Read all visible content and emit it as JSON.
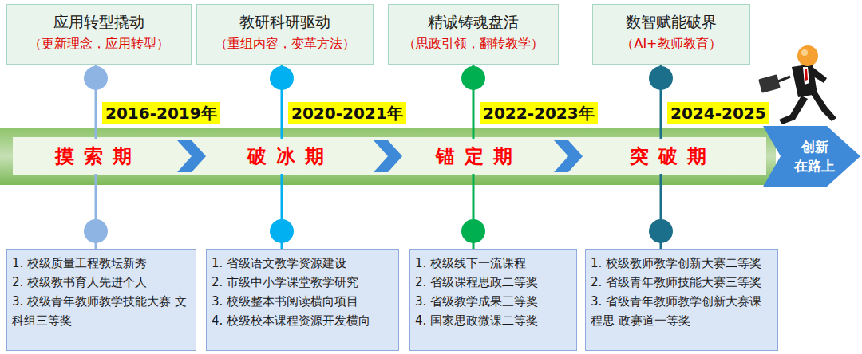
{
  "diagram": {
    "nodes": [
      {
        "text": [
          "应用转型撬动",
          "（更新理念，应用转型）"
        ]
      },
      {
        "text": [
          "教研科研驱动",
          "（重组内容，变革方法）"
        ]
      },
      {
        "text": [
          "精诚铸魂盘活",
          "（思政引领，翻转教学）"
        ]
      },
      {
        "text": [
          "数智赋能破界",
          "（AI+教师教育）"
        ]
      },
      {
        "text": [
          "2016-2019年"
        ]
      },
      {
        "text": [
          "2020-2021年"
        ]
      },
      {
        "text": [
          "2022-2023年"
        ]
      },
      {
        "text": [
          "2024-2025"
        ]
      },
      {
        "text": [
          "摸索期"
        ]
      },
      {
        "text": [
          "破冰期"
        ]
      },
      {
        "text": [
          "锚定期"
        ]
      },
      {
        "text": [
          "突破期"
        ]
      },
      {
        "text": [
          "创新 在路上"
        ]
      },
      {
        "text": [
          "1. 校级质量工程教坛新秀",
          "2. 校级教书育人先进个人",
          "3. 校级青年教师教学技能大赛 文科组三等奖"
        ]
      },
      {
        "text": [
          "1. 省级语文教学资源建设",
          "2. 市级中小学课堂教学研究",
          "3. 校级整本书阅读横向项目",
          "4. 校级校本课程资源开发横向"
        ]
      },
      {
        "text": [
          "1. 校级线下一流课程",
          "2. 省级课程思政二等奖",
          "3. 省级教学成果三等奖",
          "4. 国家思政微课二等奖"
        ]
      },
      {
        "text": [
          "1. 校级教师教学创新大赛二等奖",
          "2. 省级青年教师技能大赛三等奖",
          "3. 省级青年教师教学创新大赛课程思 政赛道一等奖"
        ]
      }
    ],
    "edges": [
      {
        "from": 0,
        "to": 8,
        "arrow": "none"
      },
      {
        "from": 1,
        "to": 9,
        "arrow": "none"
      },
      {
        "from": 2,
        "to": 10,
        "arrow": "none"
      },
      {
        "from": 3,
        "to": 11,
        "arrow": "none"
      },
      {
        "from": 8,
        "to": 13,
        "arrow": "none"
      },
      {
        "from": 9,
        "to": 14,
        "arrow": "none"
      },
      {
        "from": 10,
        "to": 15,
        "arrow": "none"
      },
      {
        "from": 11,
        "to": 16,
        "arrow": "none"
      }
    ]
  }
}
